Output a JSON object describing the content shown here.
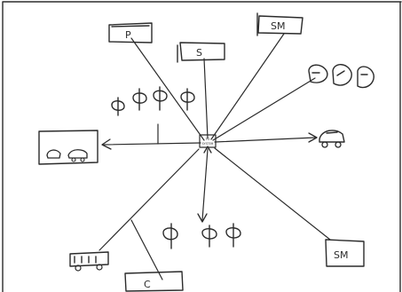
{
  "diagram": {
    "center_label_line1": "TO",
    "center_label_line2": "SYSTEM",
    "nodes": {
      "top_left_label": "P",
      "top_center_label": "S",
      "top_right_label": "SM",
      "bottom_right_label": "SM",
      "bottom_center_label": "C"
    },
    "ink_color": "#2b2b2b",
    "background_color": "#ffffff"
  }
}
